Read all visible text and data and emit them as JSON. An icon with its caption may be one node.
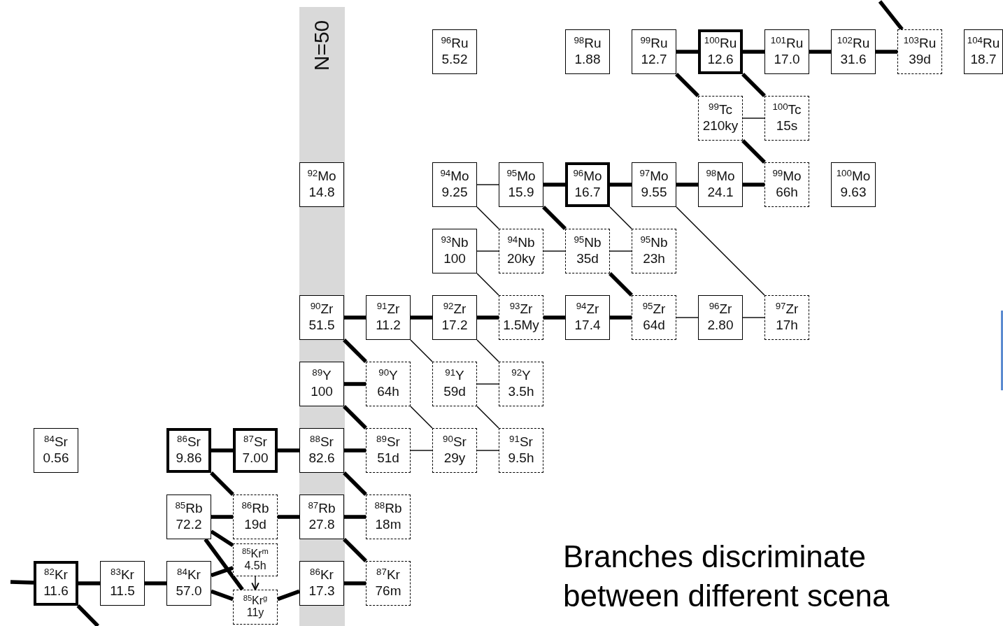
{
  "diagram": {
    "nodes": [
      {
        "text": [
          "N=50"
        ]
      },
      {
        "text": [
          "$^{96}$Ru",
          "5.52"
        ]
      },
      {
        "text": [
          "$^{98}$Ru",
          "1.88"
        ]
      },
      {
        "text": [
          "$^{99}$Ru",
          "12.7"
        ]
      },
      {
        "text": [
          "$^{100}$Ru",
          "12.6"
        ]
      },
      {
        "text": [
          "$^{101}$Ru",
          "17.0"
        ]
      },
      {
        "text": [
          "$^{102}$Ru",
          "31.6"
        ]
      },
      {
        "text": [
          "$^{103}$Ru",
          "39d"
        ]
      },
      {
        "text": [
          "$^{104}$Ru",
          "18.7"
        ]
      },
      {
        "text": [
          "$^{99}$Tc",
          "210ky"
        ]
      },
      {
        "text": [
          "$^{100}$Tc",
          "15s"
        ]
      },
      {
        "text": [
          "$^{92}$Mo",
          "14.8"
        ],
        "in": 0
      },
      {
        "text": [
          "$^{94}$Mo",
          "9.25"
        ]
      },
      {
        "text": [
          "$^{95}$Mo",
          "15.9"
        ]
      },
      {
        "text": [
          "$^{96}$Mo",
          "16.7"
        ]
      },
      {
        "text": [
          "$^{97}$Mo",
          "9.55"
        ]
      },
      {
        "text": [
          "$^{98}$Mo",
          "24.1"
        ]
      },
      {
        "text": [
          "$^{99}$Mo",
          "66h"
        ]
      },
      {
        "text": [
          "$^{100}$Mo",
          "9.63"
        ]
      },
      {
        "text": [
          "$^{93}$Nb",
          "100"
        ]
      },
      {
        "text": [
          "$^{94}$Nb",
          "20ky"
        ]
      },
      {
        "text": [
          "$^{95}$Nb",
          "35d"
        ]
      },
      {
        "text": [
          "$^{95}$Nb",
          "23h"
        ]
      },
      {
        "text": [
          "$^{90}$Zr",
          "51.5"
        ],
        "in": 0
      },
      {
        "text": [
          "$^{91}$Zr",
          "11.2"
        ]
      },
      {
        "text": [
          "$^{92}$Zr",
          "17.2"
        ]
      },
      {
        "text": [
          "$^{93}$Zr",
          "1.5My"
        ]
      },
      {
        "text": [
          "$^{94}$Zr",
          "17.4"
        ]
      },
      {
        "text": [
          "$^{95}$Zr",
          "64d"
        ]
      },
      {
        "text": [
          "$^{96}$Zr",
          "2.80"
        ]
      },
      {
        "text": [
          "$^{97}$Zr",
          "17h"
        ]
      },
      {
        "text": [
          "$^{89}$Y",
          "100"
        ],
        "in": 0
      },
      {
        "text": [
          "$^{90}$Y",
          "64h"
        ]
      },
      {
        "text": [
          "$^{91}$Y",
          "59d"
        ]
      },
      {
        "text": [
          "$^{92}$Y",
          "3.5h"
        ]
      },
      {
        "text": [
          "$^{84}$Sr",
          "0.56"
        ]
      },
      {
        "text": [
          "$^{86}$Sr",
          "9.86"
        ]
      },
      {
        "text": [
          "$^{87}$Sr",
          "7.00"
        ]
      },
      {
        "text": [
          "$^{88}$Sr",
          "82.6"
        ],
        "in": 0
      },
      {
        "text": [
          "$^{89}$Sr",
          "51d"
        ]
      },
      {
        "text": [
          "$^{90}$Sr",
          "29y"
        ]
      },
      {
        "text": [
          "$^{91}$Sr",
          "9.5h"
        ]
      },
      {
        "text": [
          "$^{85}$Rb",
          "72.2"
        ]
      },
      {
        "text": [
          "$^{86}$Rb",
          "19d"
        ]
      },
      {
        "text": [
          "$^{87}$Rb",
          "27.8"
        ],
        "in": 0
      },
      {
        "text": [
          "$^{88}$Rb",
          "18m"
        ]
      },
      {
        "text": [
          "$^{85}$Kr$^{m}$",
          "4.5h"
        ]
      },
      {
        "text": [
          "$^{82}$Kr",
          "11.6"
        ]
      },
      {
        "text": [
          "$^{83}$Kr",
          "11.5"
        ]
      },
      {
        "text": [
          "$^{84}$Kr",
          "57.0"
        ]
      },
      {
        "text": [
          "$^{85}$Kr$^{g}$",
          "11y"
        ]
      },
      {
        "text": [
          "$^{86}$Kr",
          "17.3"
        ],
        "in": 0
      },
      {
        "text": [
          "$^{87}$Kr",
          "76m"
        ]
      }
    ],
    "edges": [
      {
        "from": null,
        "to": 47,
        "arrow": "none"
      },
      {
        "from": 47,
        "to": 48,
        "arrow": "none"
      },
      {
        "from": 48,
        "to": 49,
        "arrow": "none"
      },
      {
        "from": 49,
        "to": 46,
        "arrow": "none"
      },
      {
        "from": 49,
        "to": 50,
        "arrow": "none"
      },
      {
        "from": 46,
        "to": 50,
        "arrow": "to"
      },
      {
        "from": 50,
        "to": 51,
        "arrow": "none"
      },
      {
        "from": 51,
        "to": 52,
        "arrow": "none"
      },
      {
        "from": 47,
        "to": null,
        "arrow": "none"
      },
      {
        "from": 42,
        "to": 43,
        "arrow": "none"
      },
      {
        "from": 42,
        "to": 46,
        "arrow": "none"
      },
      {
        "from": 42,
        "to": 50,
        "arrow": "none"
      },
      {
        "from": 43,
        "to": 44,
        "arrow": "none"
      },
      {
        "from": 44,
        "to": 45,
        "arrow": "none"
      },
      {
        "from": 44,
        "to": 52,
        "arrow": "none"
      },
      {
        "from": 36,
        "to": 43,
        "arrow": "none"
      },
      {
        "from": 36,
        "to": 37,
        "arrow": "none"
      },
      {
        "from": 37,
        "to": 38,
        "arrow": "none"
      },
      {
        "from": 38,
        "to": 39,
        "arrow": "none"
      },
      {
        "from": 38,
        "to": 45,
        "arrow": "none"
      },
      {
        "from": 39,
        "to": 40,
        "arrow": "none"
      },
      {
        "from": 40,
        "to": 41,
        "arrow": "none"
      },
      {
        "from": 31,
        "to": 39,
        "arrow": "none"
      },
      {
        "from": 32,
        "to": 40,
        "arrow": "none"
      },
      {
        "from": 33,
        "to": 41,
        "arrow": "none"
      },
      {
        "from": 31,
        "to": 32,
        "arrow": "none"
      },
      {
        "from": 33,
        "to": 34,
        "arrow": "none"
      },
      {
        "from": 23,
        "to": 32,
        "arrow": "none"
      },
      {
        "from": 24,
        "to": 33,
        "arrow": "none"
      },
      {
        "from": 25,
        "to": 34,
        "arrow": "none"
      },
      {
        "from": 23,
        "to": 24,
        "arrow": "none"
      },
      {
        "from": 24,
        "to": 25,
        "arrow": "none"
      },
      {
        "from": 25,
        "to": 26,
        "arrow": "none"
      },
      {
        "from": 26,
        "to": 27,
        "arrow": "none"
      },
      {
        "from": 27,
        "to": 28,
        "arrow": "none"
      },
      {
        "from": 28,
        "to": 29,
        "arrow": "none"
      },
      {
        "from": 29,
        "to": 30,
        "arrow": "none"
      },
      {
        "from": 19,
        "to": 26,
        "arrow": "none"
      },
      {
        "from": 21,
        "to": 28,
        "arrow": "none"
      },
      {
        "from": 15,
        "to": 30,
        "arrow": "none"
      },
      {
        "from": 19,
        "to": 20,
        "arrow": "none"
      },
      {
        "from": 20,
        "to": 21,
        "arrow": "none"
      },
      {
        "from": 21,
        "to": 22,
        "arrow": "none"
      },
      {
        "from": 12,
        "to": 20,
        "arrow": "none"
      },
      {
        "from": 13,
        "to": 21,
        "arrow": "none"
      },
      {
        "from": 14,
        "to": 22,
        "arrow": "none"
      },
      {
        "from": 12,
        "to": 13,
        "arrow": "none"
      },
      {
        "from": 13,
        "to": 14,
        "arrow": "none"
      },
      {
        "from": 14,
        "to": 15,
        "arrow": "none"
      },
      {
        "from": 15,
        "to": 16,
        "arrow": "none"
      },
      {
        "from": 16,
        "to": 17,
        "arrow": "none"
      },
      {
        "from": 9,
        "to": 17,
        "arrow": "none"
      },
      {
        "from": 9,
        "to": 10,
        "arrow": "none"
      },
      {
        "from": 3,
        "to": 9,
        "arrow": "none"
      },
      {
        "from": 4,
        "to": 10,
        "arrow": "none"
      },
      {
        "from": 3,
        "to": 4,
        "arrow": "none"
      },
      {
        "from": 4,
        "to": 5,
        "arrow": "none"
      },
      {
        "from": 5,
        "to": 6,
        "arrow": "none"
      },
      {
        "from": 6,
        "to": 7,
        "arrow": "none"
      },
      {
        "from": null,
        "to": 7,
        "arrow": "none"
      }
    ],
    "labels": [
      "Branches discriminate between different scena"
    ]
  }
}
